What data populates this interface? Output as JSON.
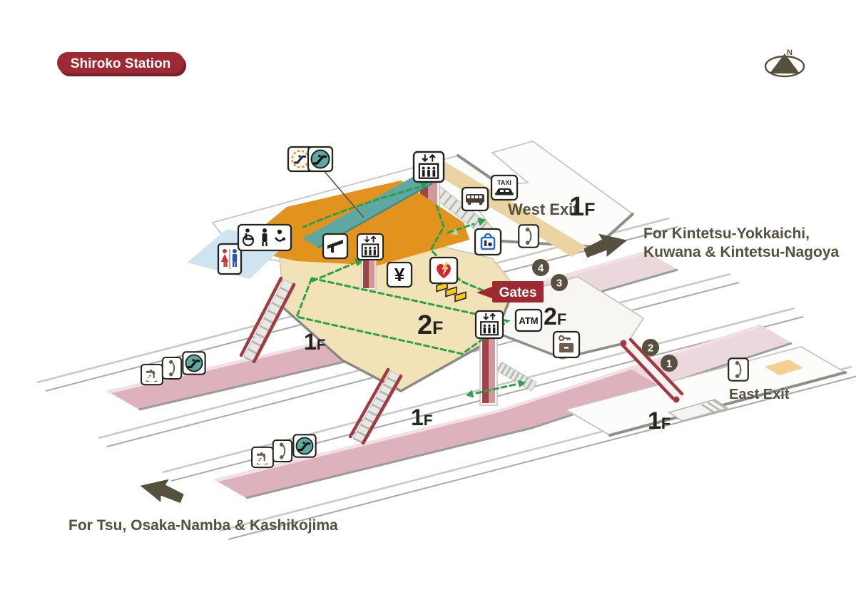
{
  "station": {
    "name": "Shiroko Station"
  },
  "compass": {
    "north": "N"
  },
  "exits": {
    "west": "West Exit",
    "east": "East Exit"
  },
  "gates": {
    "label": "Gates"
  },
  "floors": {
    "f1": {
      "num": "1",
      "suffix": "F"
    },
    "f2": {
      "num": "2",
      "suffix": "F"
    }
  },
  "platform_numbers": {
    "p1": "1",
    "p2": "2",
    "p3": "3",
    "p4": "4"
  },
  "directions": {
    "north_line1": "For Kintetsu-Yokkaichi,",
    "north_line2": "Kuwana & Kintetsu-Nagoya",
    "south": "For Tsu, Osaka-Namba & Kashikojima"
  },
  "icon_labels": {
    "taxi": "TAXI",
    "atm": "ATM",
    "yen": "¥"
  },
  "icons": {
    "compass": "compass-north",
    "elevator": "elevator",
    "escalator": "escalator",
    "escalator_dashed": "escalator-limited-service",
    "phone": "public-telephone",
    "fountain": "drinking-fountain",
    "toilet": "toilets",
    "accessible_toilet": "accessible-toilet-and-nursing",
    "bus": "bus-stop",
    "taxi": "taxi-stand",
    "shop_blue": "shop",
    "kiosk": "kiosk",
    "ticket_machine": "ticket-machines",
    "aed": "aed",
    "atm": "atm",
    "lockers": "coin-lockers",
    "gates": "ticket-gates"
  },
  "colors": {
    "badge_red": "#9d2a32",
    "route_green": "#2ba04c",
    "platform_pink": "#ddb2bd",
    "platform_pink_light": "#ead8dd",
    "concourse_beige": "#f1e2b7",
    "facility_orange": "#e2931d",
    "escalator_teal": "#5fa8a1",
    "toilet_blue_area": "#cfe4f0",
    "stair_rail_red": "#a23a42",
    "label_brown": "#57503f"
  }
}
